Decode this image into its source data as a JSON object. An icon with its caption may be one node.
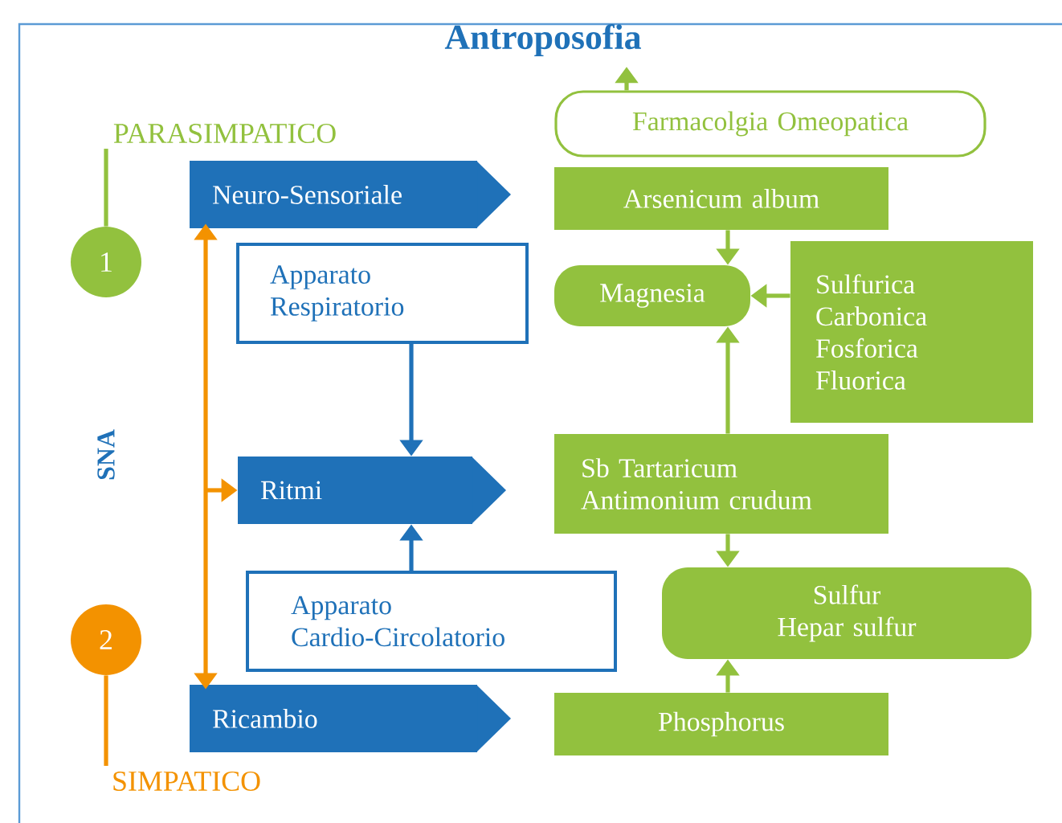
{
  "diagram": {
    "nodes": [
      {
        "text": [
          "Antroposofia"
        ]
      },
      {
        "text": [
          "PARASIMPATICO"
        ]
      },
      {
        "text": [
          "1"
        ]
      },
      {
        "text": [
          "Neuro-Sensoriale"
        ]
      },
      {
        "text": [
          "Apparato Respiratorio"
        ]
      },
      {
        "text": [
          "Ritmi"
        ]
      },
      {
        "text": [
          "Apparato Cardio-Circolatorio"
        ]
      },
      {
        "text": [
          "2"
        ]
      },
      {
        "text": [
          "Ricambio"
        ]
      },
      {
        "text": [
          "SIMPATICO"
        ]
      },
      {
        "text": [
          "Farmacolgia Omeopatica"
        ]
      },
      {
        "text": [
          "Arsenicum album"
        ]
      },
      {
        "text": [
          "Magnesia"
        ]
      },
      {
        "text": [
          "Sulfurica Carbonica Fosforica Fluorica"
        ]
      },
      {
        "text": [
          "Sb Tartaricum Antimonium crudum"
        ]
      },
      {
        "text": [
          "Sulfur Hepar sulfur"
        ]
      },
      {
        "text": [
          "Phosphorus"
        ]
      }
    ],
    "edges": [
      {
        "from": 1,
        "to": 2,
        "arrow": "none"
      },
      {
        "from": 7,
        "to": 9,
        "arrow": "none",
        "color": "#f39200"
      },
      {
        "from": 3,
        "to": 8,
        "arrow": "both",
        "color": "#f39200"
      },
      {
        "from": null,
        "to": 5,
        "arrow": "to",
        "color": "#f39200"
      },
      {
        "from": 4,
        "to": 5,
        "arrow": "to",
        "color": "#1f71b8"
      },
      {
        "from": 6,
        "to": 5,
        "arrow": "to",
        "color": "#1f71b8"
      },
      {
        "from": 10,
        "to": 0,
        "arrow": "to"
      },
      {
        "from": 11,
        "to": 12,
        "arrow": "to"
      },
      {
        "from": 13,
        "to": 12,
        "arrow": "to"
      },
      {
        "from": 14,
        "to": 12,
        "arrow": "to"
      },
      {
        "from": 14,
        "to": 15,
        "arrow": "to"
      },
      {
        "from": 16,
        "to": 15,
        "arrow": "to"
      }
    ],
    "labels": [
      "SNA"
    ]
  }
}
